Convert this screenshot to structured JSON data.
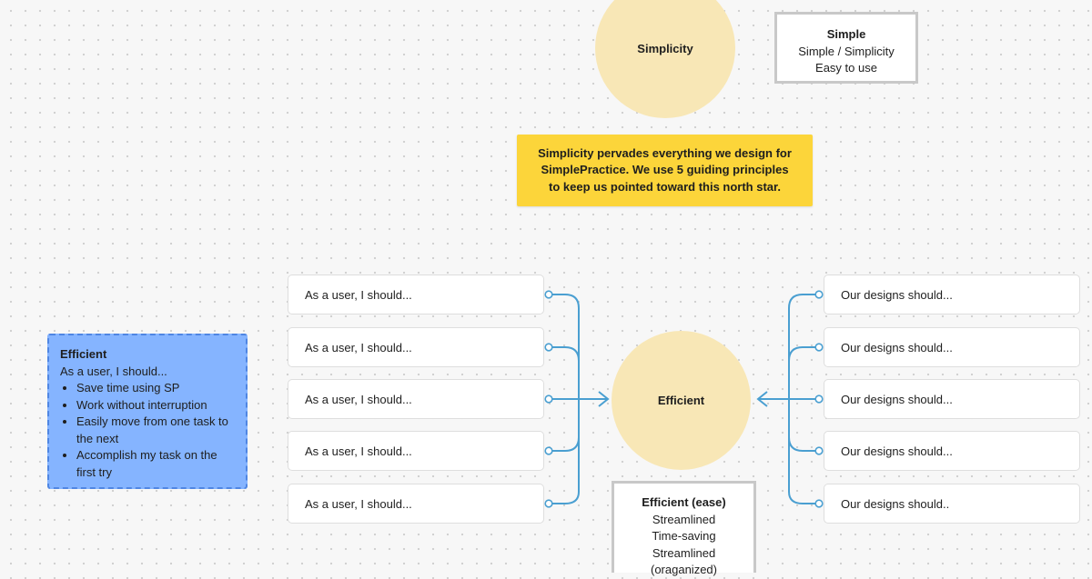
{
  "nodes": {
    "simplicity_circle": "Simplicity",
    "efficient_circle": "Efficient"
  },
  "simple_box": {
    "title": "Simple",
    "lines": [
      "Simple / Simplicity",
      "Easy to use"
    ]
  },
  "sticky_note": "Simplicity pervades everything we design for SimplePractice. We use 5 guiding principles to keep us pointed toward this north star.",
  "left_cards": [
    "As a user, I should...",
    "As a user, I should...",
    "As a user, I should...",
    "As a user, I should...",
    "As a user, I should..."
  ],
  "right_cards": [
    "Our designs should...",
    "Our designs should...",
    "Our designs should...",
    "Our designs should...",
    "Our designs should.."
  ],
  "efficient_note": {
    "title": "Efficient",
    "subtitle": "As a user, I should...",
    "bullets": [
      "Save time using SP",
      "Work without interruption",
      "Easily move from one task to the next",
      "Accomplish my task on the first try"
    ]
  },
  "efficient_box": {
    "title": "Efficient (ease)",
    "lines": [
      "Streamlined",
      "Time-saving",
      "Streamlined",
      "(oraganized)"
    ]
  },
  "colors": {
    "circle": "#f8e7b6",
    "sticky": "#fcd53a",
    "connector": "#4a9fd1",
    "blue_note": "#85b4ff"
  }
}
